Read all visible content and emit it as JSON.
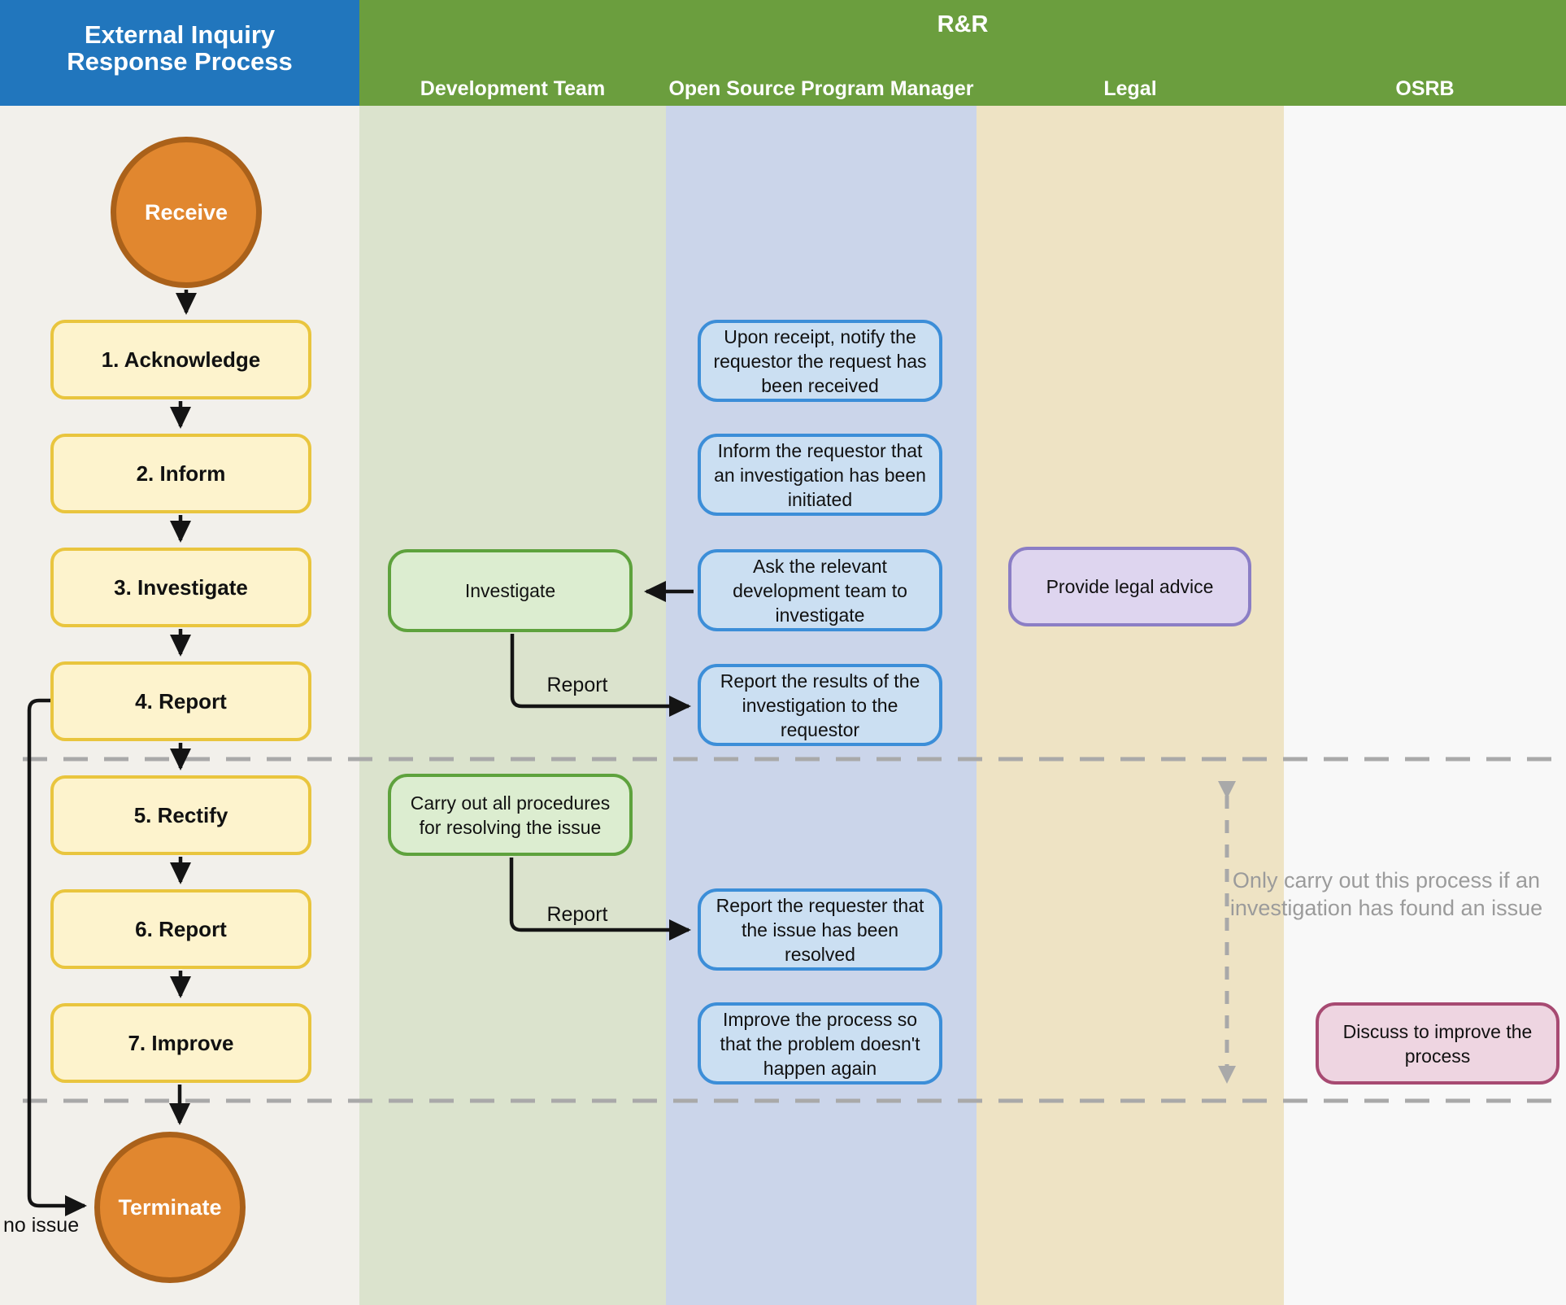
{
  "header": {
    "process_title": "External Inquiry Response Process",
    "rr_title": "R&R",
    "lanes": [
      {
        "label": "Development Team"
      },
      {
        "label": "Open Source Program Manager"
      },
      {
        "label": "Legal"
      },
      {
        "label": "OSRB"
      }
    ]
  },
  "flow": {
    "start_label": "Receive",
    "steps": [
      "1. Acknowledge",
      "2. Inform",
      "3. Investigate",
      "4. Report",
      "5. Rectify",
      "6. Report",
      "7. Improve"
    ],
    "end_label": "Terminate",
    "no_issue_label": "no issue"
  },
  "dev_team": {
    "investigate": "Investigate",
    "carry_out": "Carry out all procedures for resolving the issue",
    "report_label_1": "Report",
    "report_label_2": "Report"
  },
  "ospm": {
    "boxes": [
      "Upon receipt, notify the requestor the request has been received",
      "Inform the requestor that an investigation has been initiated",
      "Ask the relevant development team to investigate",
      "Report the results of the investigation to the requestor",
      "Report the requester that the issue has been resolved",
      "Improve the process so that the problem doesn't happen again"
    ]
  },
  "legal": {
    "advice": "Provide legal advice"
  },
  "osrb": {
    "discuss": "Discuss to improve the process"
  },
  "annotation": {
    "text": "Only carry out this process if an investigation has found an issue"
  },
  "colors": {
    "header_blue": "#2176bd",
    "header_green": "#6b9e3e",
    "lane_left": "#f2f0eb",
    "lane_dev": "#dbe3cd",
    "lane_ospm": "#cbd5ea",
    "lane_legal": "#eee3c4",
    "lane_osrb": "#f8f8f8",
    "step_fill": "#fdf3cd",
    "step_border": "#e9c53e",
    "terminal_fill": "#e1872f",
    "terminal_border": "#aa611a",
    "dev_fill": "#dcedd0",
    "dev_border": "#5ea23d",
    "ospm_fill": "#cbdff2",
    "ospm_border": "#3c8ed8",
    "legal_fill": "#ded5ef",
    "legal_border": "#8b7ec5",
    "osrb_fill": "#eed5e1",
    "osrb_border": "#a74a72",
    "dash_gray": "#a9a9a9",
    "note_gray": "#9b9b9b",
    "arrow_black": "#141414"
  }
}
